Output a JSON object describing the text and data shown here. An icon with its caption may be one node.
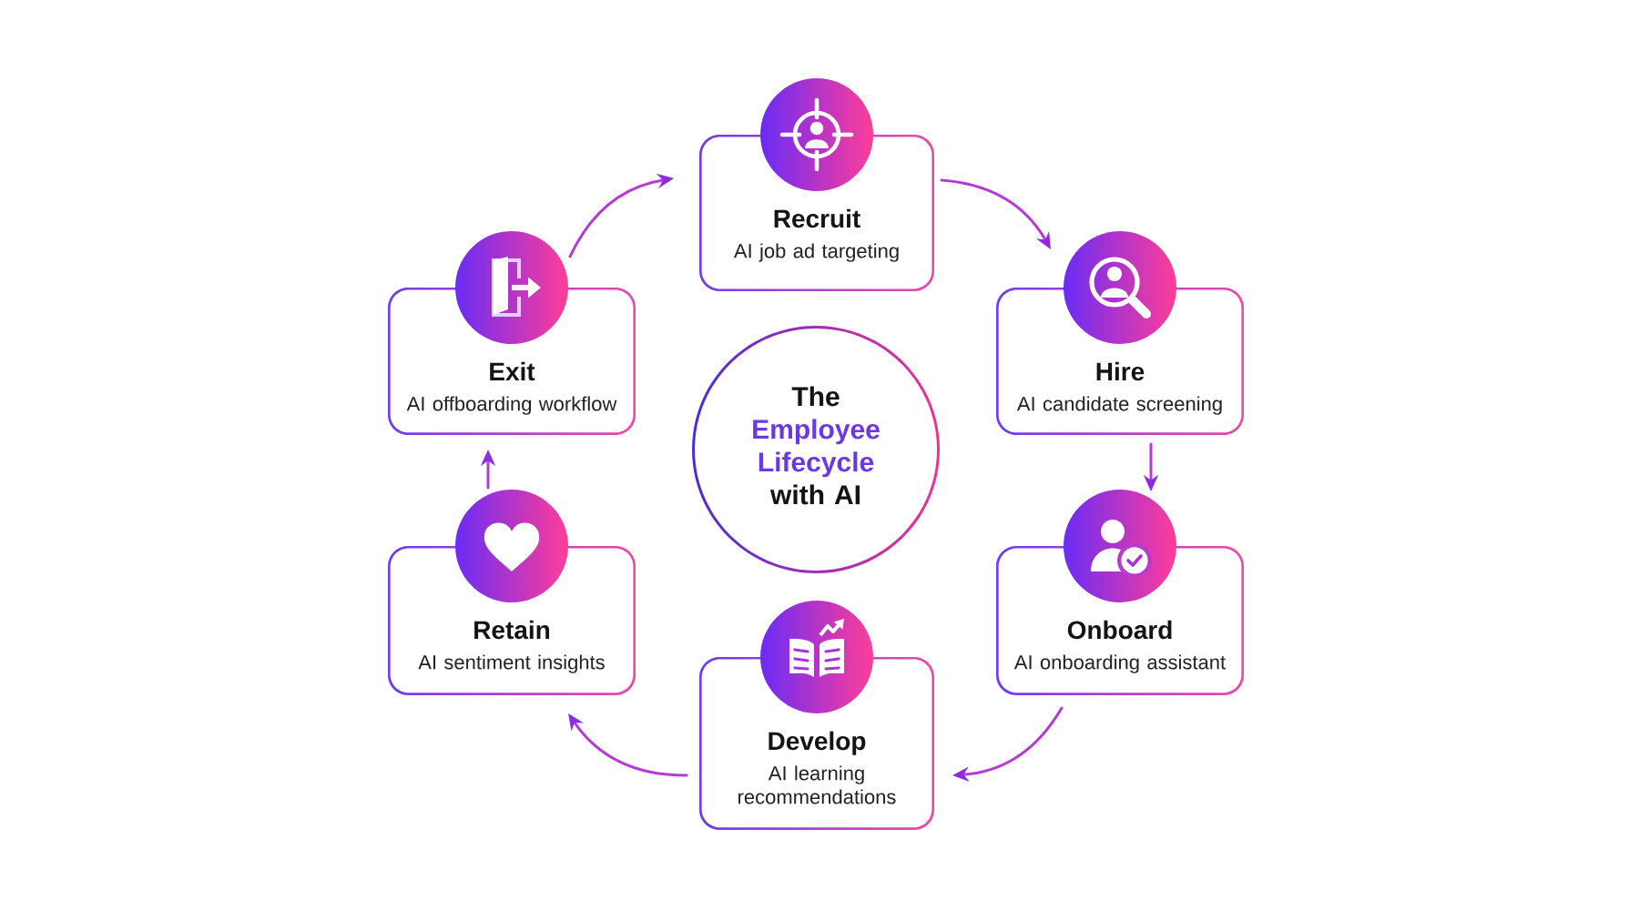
{
  "diagram": {
    "nodes": [
      {
        "text": [
          "Recruit",
          "AI job ad targeting"
        ]
      },
      {
        "text": [
          "Exit",
          "AI offboarding workflow"
        ]
      },
      {
        "text": [
          "Hire",
          "AI candidate screening"
        ]
      },
      {
        "text": [
          "The",
          "Employee Lifecycle",
          "with AI"
        ]
      },
      {
        "text": [
          "Retain",
          "AI sentiment insights"
        ]
      },
      {
        "text": [
          "Onboard",
          "AI onboarding assistant"
        ]
      },
      {
        "text": [
          "Develop",
          "AI learning recommendations"
        ]
      }
    ],
    "edges": [
      {
        "from": 0,
        "to": 2,
        "arrow": "to"
      },
      {
        "from": 2,
        "to": 5,
        "arrow": "to"
      },
      {
        "from": 5,
        "to": 6,
        "arrow": "to"
      },
      {
        "from": 6,
        "to": 4,
        "arrow": "to"
      },
      {
        "from": 4,
        "to": 1,
        "arrow": "to"
      },
      {
        "from": 1,
        "to": 0,
        "arrow": "to"
      }
    ]
  }
}
